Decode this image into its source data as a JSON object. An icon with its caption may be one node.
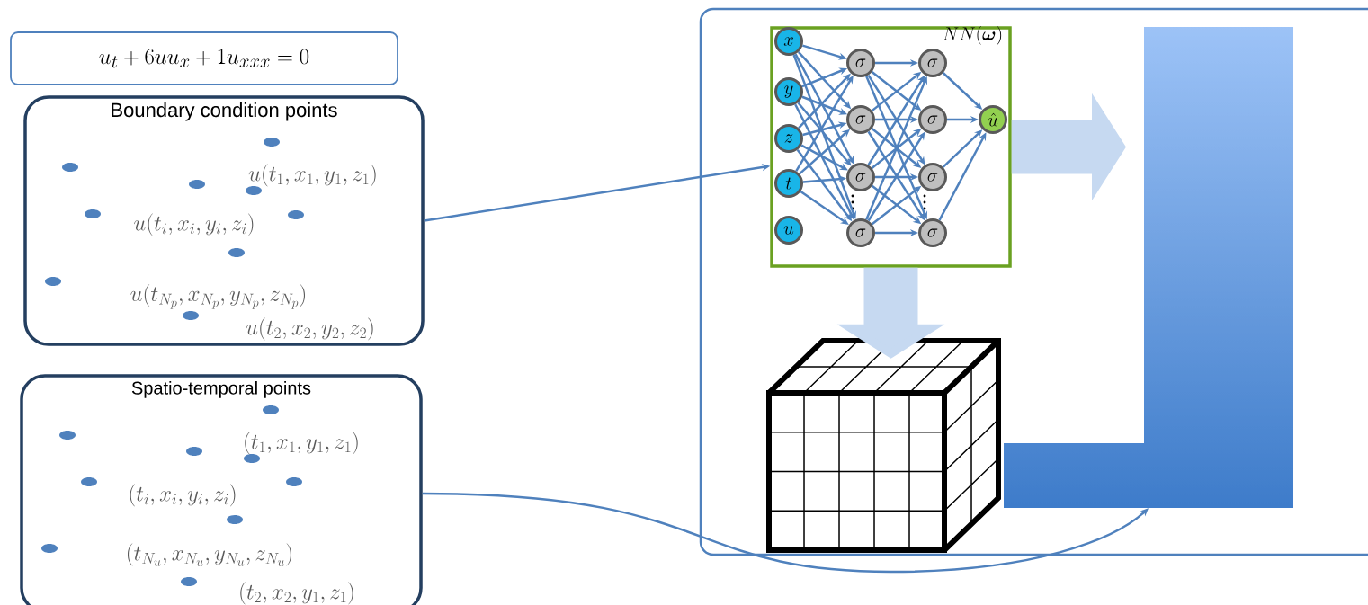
{
  "diagram": {
    "nodes": [
      {
        "text": [
          "u_t + 6uu_x + 1u_{xxx} = 0"
        ]
      },
      {
        "text": [
          "Boundary condition points",
          "u(t_1,x_1,y_1,z_1)",
          "u(t_i,x_i,y_i,z_i)",
          "u(t_{N_p},x_{N_p},y_{N_p},z_{N_p})",
          "u(t_2,x_2,y_2,z_2)"
        ]
      },
      {
        "text": [
          "Spatio-temporal points",
          "(t_1,x_1,y_1,z_1)",
          "(t_i,x_i,y_i,z_i)",
          "(t_{N_u},x_{N_u},y_{N_u},z_{N_u})",
          "(t_2,x_2,y_1,z_1)"
        ]
      },
      {
        "text": [],
        "shape": "box"
      },
      {
        "text": [
          "NN(\\boldsymbol{\\omega})"
        ],
        "in": 3
      },
      {
        "text": [
          "x"
        ],
        "in": 4
      },
      {
        "text": [
          "y"
        ],
        "in": 4
      },
      {
        "text": [
          "z"
        ],
        "in": 4
      },
      {
        "text": [
          "t"
        ],
        "in": 4
      },
      {
        "text": [
          "u"
        ],
        "in": 4
      },
      {
        "text": [
          "\\sigma"
        ],
        "in": 4
      },
      {
        "text": [
          "\\sigma"
        ],
        "in": 4
      },
      {
        "text": [
          "\\sigma"
        ],
        "in": 4
      },
      {
        "text": [
          "\\sigma"
        ],
        "in": 4
      },
      {
        "text": [
          "\\sigma"
        ],
        "in": 4
      },
      {
        "text": [
          "\\sigma"
        ],
        "in": 4
      },
      {
        "text": [
          "\\sigma"
        ],
        "in": 4
      },
      {
        "text": [
          "\\sigma"
        ],
        "in": 4
      },
      {
        "text": [
          "\\hat{u}"
        ],
        "in": 4
      },
      {
        "text": [],
        "shape": "picture",
        "in": 3
      },
      {
        "text": [],
        "shape": "bar",
        "in": 3
      }
    ],
    "edges": [
      {
        "from": 1,
        "to": 4,
        "arrow": "to"
      },
      {
        "from": 2,
        "to": 20,
        "arrow": "to"
      },
      {
        "from": 4,
        "to": 20,
        "arrow": "to",
        "style": "thick",
        "color": "#c6d9f1"
      },
      {
        "from": 4,
        "to": 19,
        "arrow": "to",
        "style": "thick",
        "color": "#c6d9f1"
      },
      {
        "from": 5,
        "to": 10,
        "arrow": "to"
      },
      {
        "from": 5,
        "to": 11,
        "arrow": "to"
      },
      {
        "from": 5,
        "to": 12,
        "arrow": "to"
      },
      {
        "from": 5,
        "to": 13,
        "arrow": "to"
      },
      {
        "from": 6,
        "to": 10,
        "arrow": "to"
      },
      {
        "from": 6,
        "to": 11,
        "arrow": "to"
      },
      {
        "from": 6,
        "to": 12,
        "arrow": "to"
      },
      {
        "from": 6,
        "to": 13,
        "arrow": "to"
      },
      {
        "from": 7,
        "to": 10,
        "arrow": "to"
      },
      {
        "from": 7,
        "to": 11,
        "arrow": "to"
      },
      {
        "from": 7,
        "to": 12,
        "arrow": "to"
      },
      {
        "from": 7,
        "to": 13,
        "arrow": "to"
      },
      {
        "from": 8,
        "to": 10,
        "arrow": "to"
      },
      {
        "from": 8,
        "to": 11,
        "arrow": "to"
      },
      {
        "from": 8,
        "to": 12,
        "arrow": "to"
      },
      {
        "from": 8,
        "to": 13,
        "arrow": "to"
      },
      {
        "from": 10,
        "to": 14,
        "arrow": "to"
      },
      {
        "from": 10,
        "to": 15,
        "arrow": "to"
      },
      {
        "from": 10,
        "to": 16,
        "arrow": "to"
      },
      {
        "from": 10,
        "to": 17,
        "arrow": "to"
      },
      {
        "from": 11,
        "to": 14,
        "arrow": "to"
      },
      {
        "from": 11,
        "to": 15,
        "arrow": "to"
      },
      {
        "from": 11,
        "to": 16,
        "arrow": "to"
      },
      {
        "from": 11,
        "to": 17,
        "arrow": "to"
      },
      {
        "from": 12,
        "to": 14,
        "arrow": "to"
      },
      {
        "from": 12,
        "to": 15,
        "arrow": "to"
      },
      {
        "from": 12,
        "to": 16,
        "arrow": "to"
      },
      {
        "from": 12,
        "to": 17,
        "arrow": "to"
      },
      {
        "from": 13,
        "to": 14,
        "arrow": "to"
      },
      {
        "from": 13,
        "to": 15,
        "arrow": "to"
      },
      {
        "from": 13,
        "to": 16,
        "arrow": "to"
      },
      {
        "from": 13,
        "to": 17,
        "arrow": "to"
      },
      {
        "from": 14,
        "to": 18,
        "arrow": "to"
      },
      {
        "from": 15,
        "to": 18,
        "arrow": "to"
      },
      {
        "from": 16,
        "to": 18,
        "arrow": "to"
      },
      {
        "from": 17,
        "to": 18,
        "arrow": "to"
      }
    ]
  }
}
